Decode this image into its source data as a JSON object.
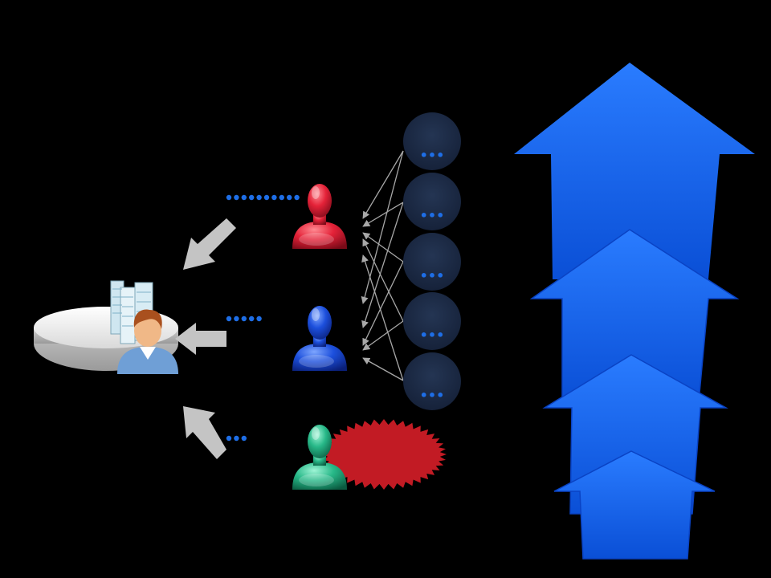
{
  "colors": {
    "background": "#000000",
    "dot_blue": "#1e6ee6",
    "circle_fill": "#1c2a44",
    "arrow_gray": "#c8c8c8",
    "person_red": "#e0283a",
    "person_blue": "#1a4fd8",
    "person_green": "#2fc08e",
    "burst_red": "#c01a22",
    "big_arrow_blue": "#1565f0",
    "connector_gray": "#a8a8a8"
  },
  "icons": {
    "hub_platform": "disc-platform-icon",
    "buildings": "office-buildings-icon",
    "businessman": "businessman-avatar-icon",
    "people": [
      "person-red-icon",
      "person-blue-icon",
      "person-green-icon"
    ]
  },
  "circles": {
    "count": 5,
    "label": "•••"
  },
  "dot_rows": {
    "red_row_dots": 10,
    "blue_row_dots": 5,
    "green_row_dots": 3
  },
  "growth_stack": {
    "layers": 4
  }
}
